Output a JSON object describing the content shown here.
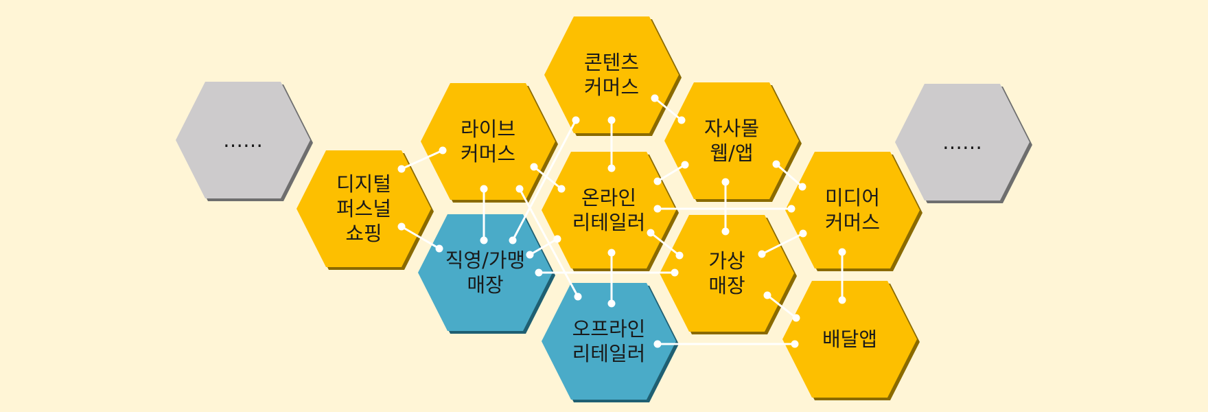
{
  "colors": {
    "background": "#fff5d6",
    "yellow": "#fdbf00",
    "yellow_edge": "#8a6a00",
    "blue": "#4aabc8",
    "blue_edge": "#1f5f72",
    "gray": "#cdcbcc",
    "gray_edge": "#6e6e6e",
    "connector": "#ffffff"
  },
  "nodes": [
    {
      "id": "left-more",
      "lines": [
        "……"
      ],
      "kind": "gray"
    },
    {
      "id": "digital-personal-shopping",
      "lines": [
        "디지털",
        "퍼스널",
        "쇼핑"
      ],
      "kind": "yellow"
    },
    {
      "id": "live-commerce",
      "lines": [
        "라이브",
        "커머스"
      ],
      "kind": "yellow"
    },
    {
      "id": "direct-franchise-store",
      "lines": [
        "직영/가맹",
        "매장"
      ],
      "kind": "blue"
    },
    {
      "id": "content-commerce",
      "lines": [
        "콘텐츠",
        "커머스"
      ],
      "kind": "yellow"
    },
    {
      "id": "online-retailer",
      "lines": [
        "온라인",
        "리테일러"
      ],
      "kind": "yellow"
    },
    {
      "id": "offline-retailer",
      "lines": [
        "오프라인",
        "리테일러"
      ],
      "kind": "blue"
    },
    {
      "id": "own-mall-web-app",
      "lines": [
        "자사몰",
        "웹/앱"
      ],
      "kind": "yellow"
    },
    {
      "id": "virtual-store",
      "lines": [
        "가상",
        "매장"
      ],
      "kind": "yellow"
    },
    {
      "id": "media-commerce",
      "lines": [
        "미디어",
        "커머스"
      ],
      "kind": "yellow"
    },
    {
      "id": "delivery-app",
      "lines": [
        "배달앱"
      ],
      "kind": "yellow"
    },
    {
      "id": "right-more",
      "lines": [
        "……"
      ],
      "kind": "gray"
    }
  ],
  "connections": [
    [
      "digital-personal-shopping",
      "live-commerce"
    ],
    [
      "digital-personal-shopping",
      "direct-franchise-store"
    ],
    [
      "live-commerce",
      "direct-franchise-store"
    ],
    [
      "live-commerce",
      "online-retailer"
    ],
    [
      "live-commerce",
      "offline-retailer"
    ],
    [
      "direct-franchise-store",
      "content-commerce"
    ],
    [
      "direct-franchise-store",
      "online-retailer"
    ],
    [
      "direct-franchise-store",
      "virtual-store"
    ],
    [
      "content-commerce",
      "online-retailer"
    ],
    [
      "content-commerce",
      "own-mall-web-app"
    ],
    [
      "own-mall-web-app",
      "online-retailer"
    ],
    [
      "own-mall-web-app",
      "virtual-store"
    ],
    [
      "own-mall-web-app",
      "media-commerce"
    ],
    [
      "online-retailer",
      "media-commerce"
    ],
    [
      "online-retailer",
      "virtual-store"
    ],
    [
      "online-retailer",
      "offline-retailer"
    ],
    [
      "virtual-store",
      "media-commerce"
    ],
    [
      "virtual-store",
      "delivery-app"
    ],
    [
      "media-commerce",
      "delivery-app"
    ],
    [
      "offline-retailer",
      "delivery-app"
    ]
  ]
}
